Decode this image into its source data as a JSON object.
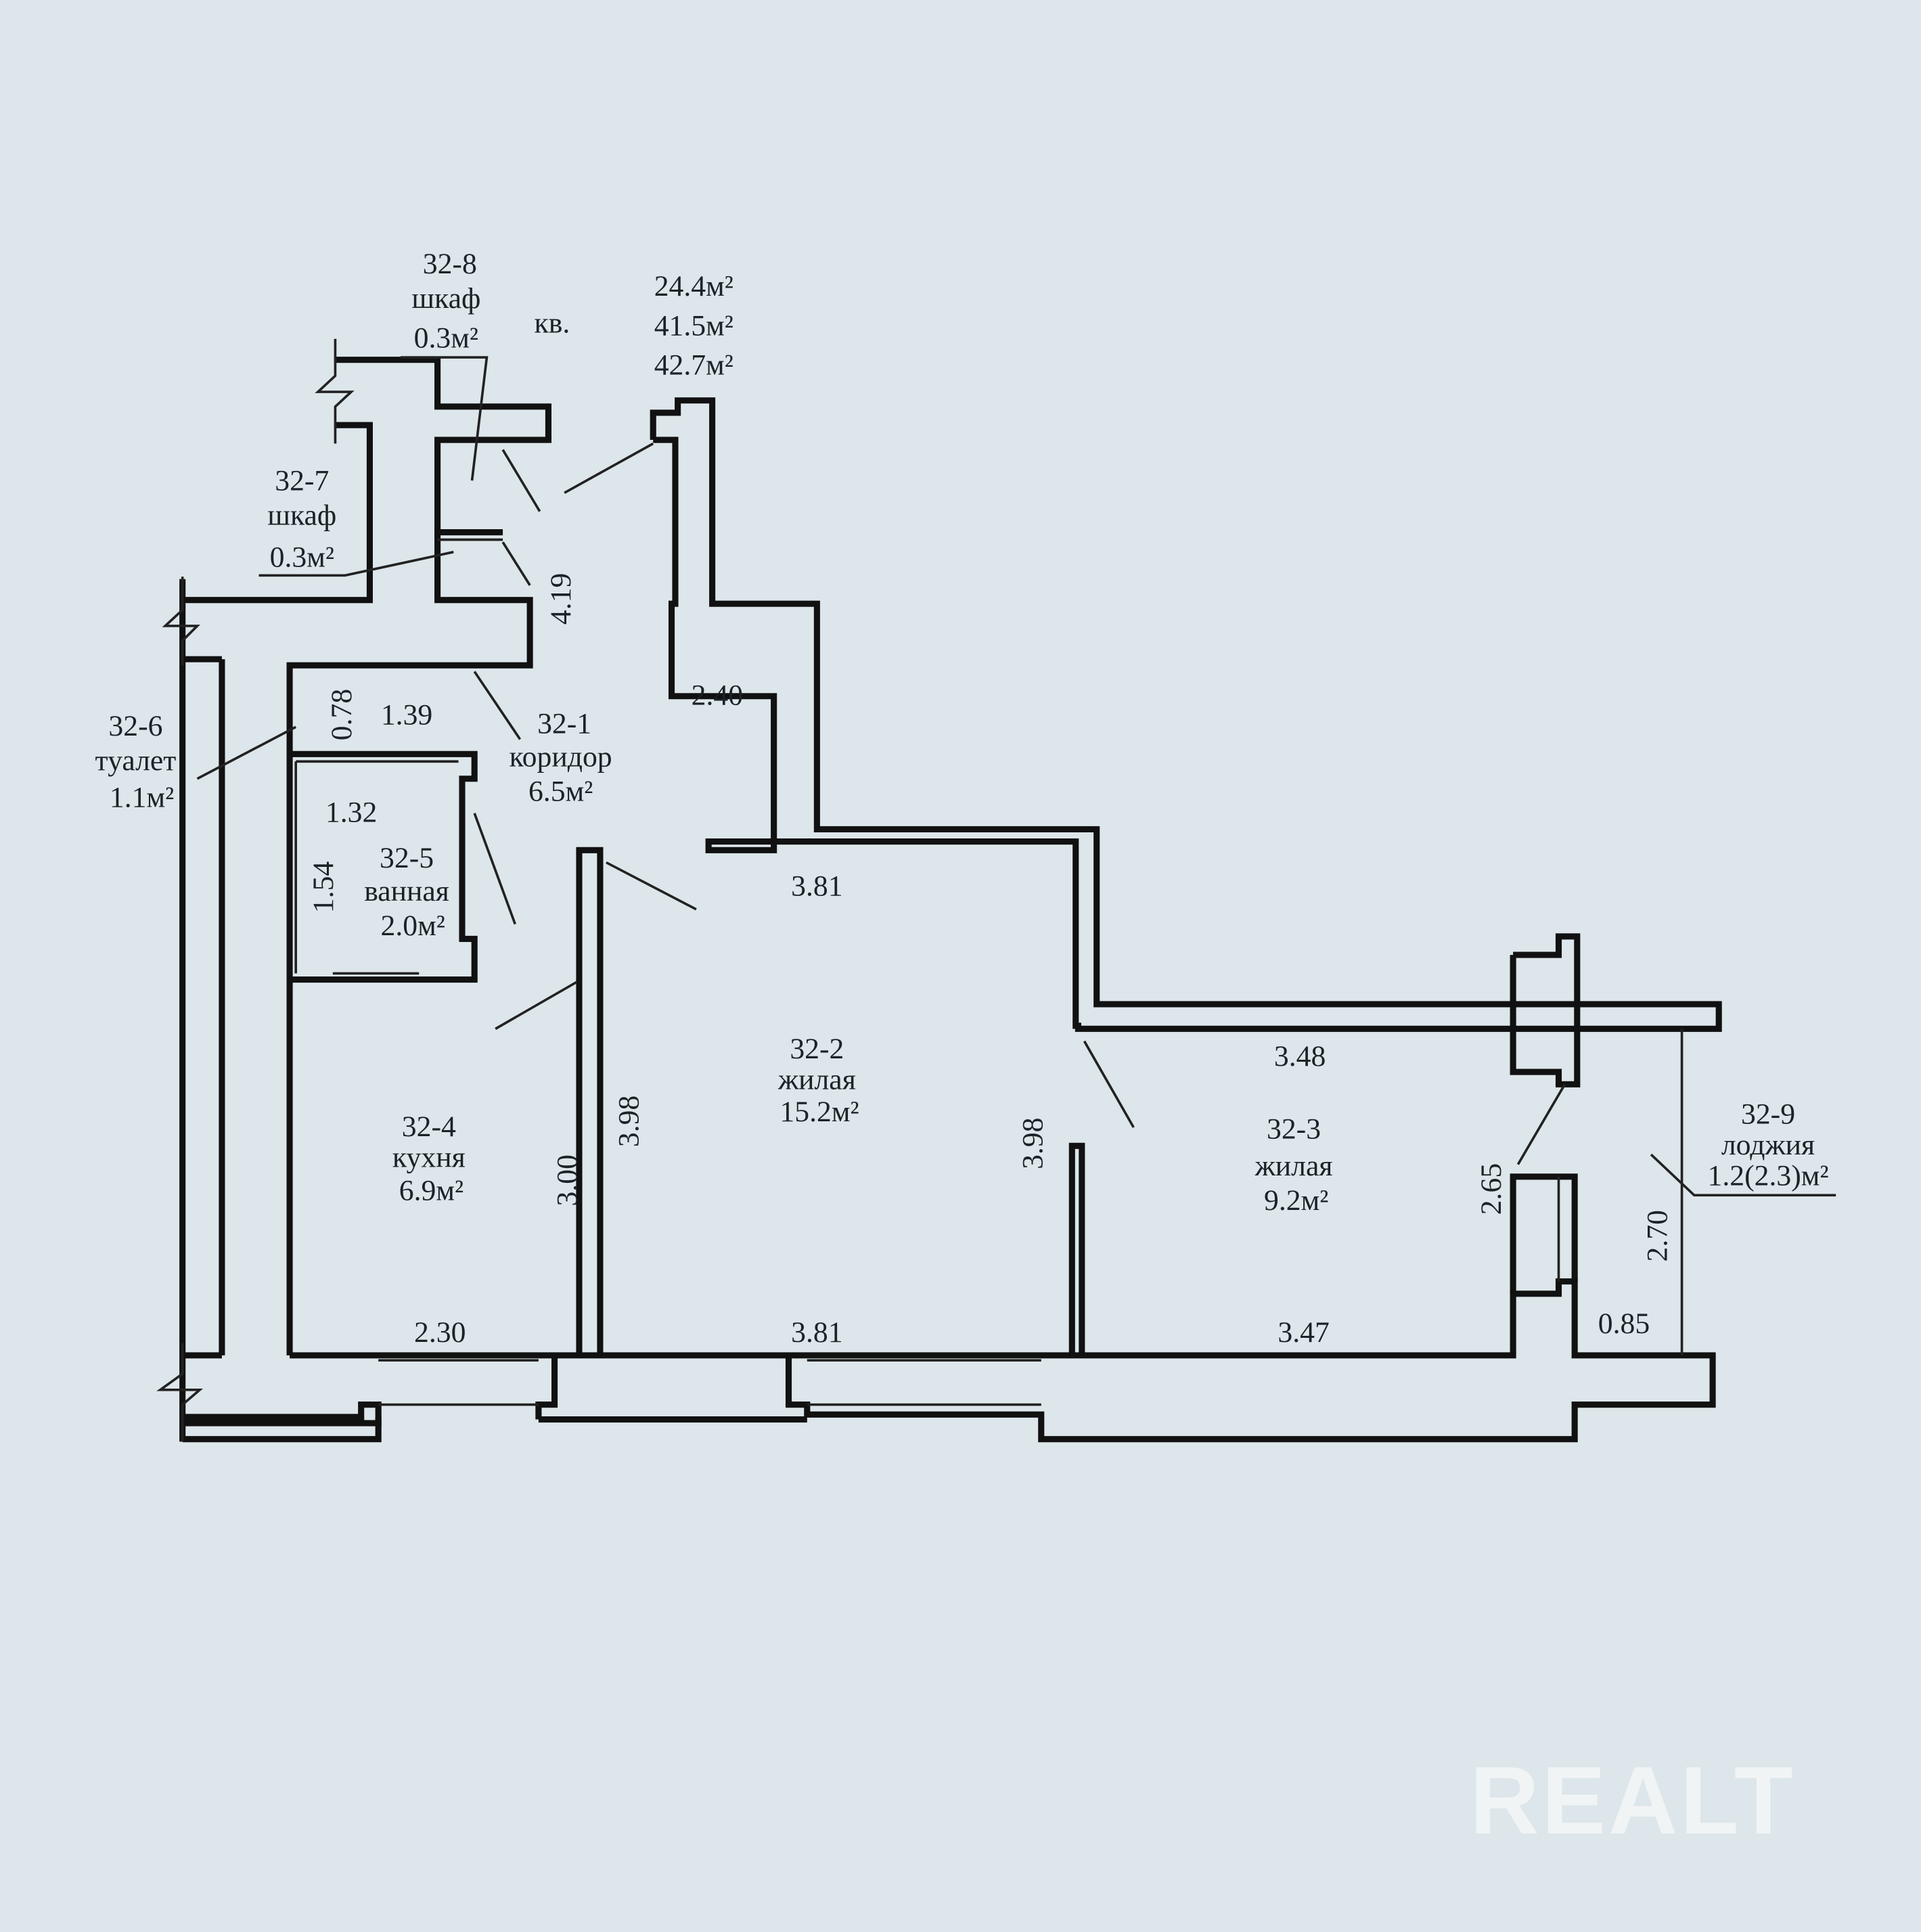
{
  "totals": {
    "prefix": "кв.",
    "living": "24.4м²",
    "total": "41.5м²",
    "total_with_loggia": "42.7м²"
  },
  "rooms": [
    {
      "id": "32-8",
      "name": "шкаф",
      "area": "0.3м²"
    },
    {
      "id": "32-7",
      "name": "шкаф",
      "area": "0.3м²"
    },
    {
      "id": "32-1",
      "name": "коридор",
      "area": "6.5м²"
    },
    {
      "id": "32-6",
      "name": "туалет",
      "area": "1.1м²"
    },
    {
      "id": "32-5",
      "name": "ванная",
      "area": "2.0м²"
    },
    {
      "id": "32-2",
      "name": "жилая",
      "area": "15.2м²"
    },
    {
      "id": "32-4",
      "name": "кухня",
      "area": "6.9м²"
    },
    {
      "id": "32-3",
      "name": "жилая",
      "area": "9.2м²"
    },
    {
      "id": "32-9",
      "name": "лоджия",
      "area": "1.2(2.3)м²"
    }
  ],
  "dims": {
    "d419": "4.19",
    "d078": "0.78",
    "d139": "1.39",
    "d240": "2.40",
    "d132": "1.32",
    "d154": "1.54",
    "d381_top": "3.81",
    "d398_left": "3.98",
    "d300": "3.00",
    "d398_right": "3.98",
    "d348": "3.48",
    "d265": "2.65",
    "d270": "2.70",
    "d230": "2.30",
    "d381_bottom": "3.81",
    "d347": "3.47",
    "d085": "0.85"
  },
  "watermark": "REALT"
}
